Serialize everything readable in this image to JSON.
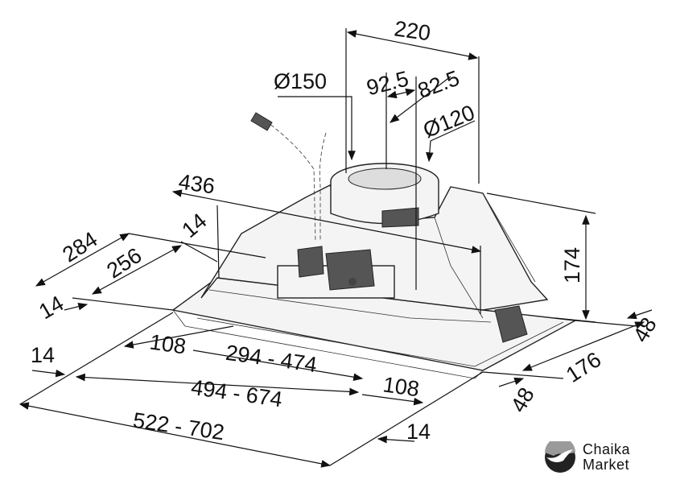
{
  "dimensions": {
    "d220": "220",
    "d150": "Ø150",
    "d92": "92.5",
    "d82": "82.5",
    "d120": "Ø120",
    "d436": "436",
    "d14a": "14",
    "d284": "284",
    "d256": "256",
    "d14b": "14",
    "d108a": "108",
    "d294": "294 - 474",
    "d14c": "14",
    "d494": "494 - 674",
    "d108b": "108",
    "d522": "522 - 702",
    "d14d": "14",
    "d174": "174",
    "d48a": "48",
    "d176": "176",
    "d48b": "48"
  },
  "logo": {
    "line1": "Chaika",
    "line2": "Market"
  }
}
